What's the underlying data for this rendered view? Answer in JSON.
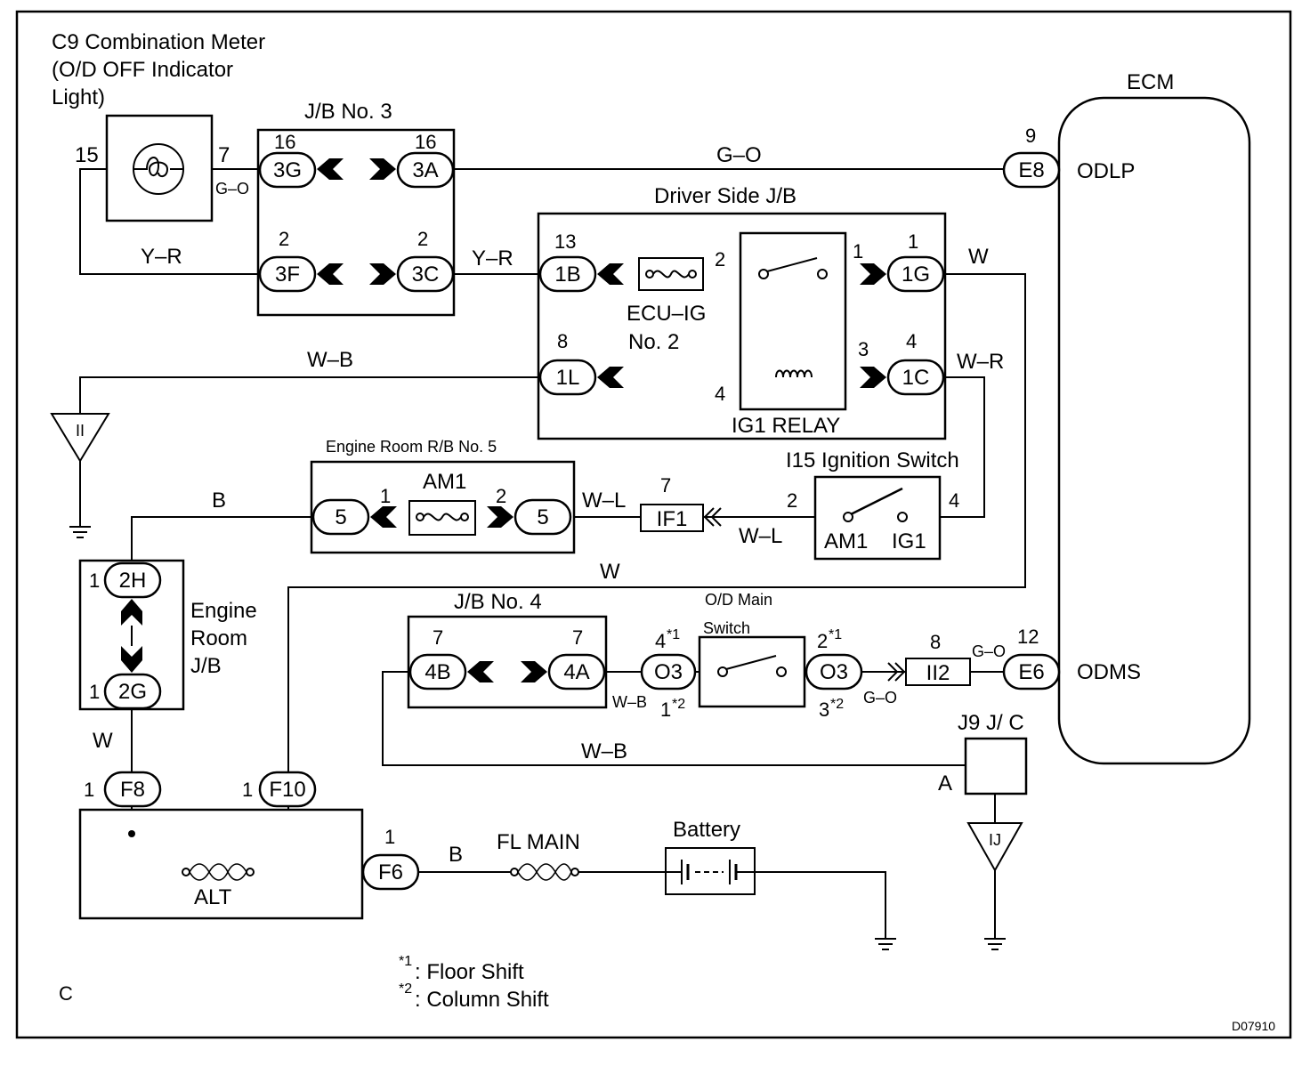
{
  "components": {
    "combination_meter": "C9 Combination Meter",
    "combination_meter_sub1": "(O/D OFF Indicator",
    "combination_meter_sub2": "Light)",
    "jb_no3": "J/B No. 3",
    "ecm": "ECM",
    "driver_side_jb": "Driver Side J/B",
    "ecu_ig_1": "ECU–IG",
    "ecu_ig_2": "No. 2",
    "ig1_relay": "IG1 RELAY",
    "engine_room_rb5": "Engine Room R/B No. 5",
    "am1_fuse": "AM1",
    "ignition_switch": "I15 Ignition Switch",
    "ign_am1": "AM1",
    "ign_ig1": "IG1",
    "engine_room_jb_1": "Engine",
    "engine_room_jb_2": "Room",
    "engine_room_jb_3": "J/B",
    "jb_no4": "J/B No. 4",
    "od_main_switch_1": "O/D Main",
    "od_main_switch_2": "Switch",
    "j9_jc": "J9 J/ C",
    "alt": "ALT",
    "fl_main": "FL MAIN",
    "battery": "Battery"
  },
  "connectors": {
    "c3G": "3G",
    "c3A": "3A",
    "c3F": "3F",
    "c3C": "3C",
    "cE8": "E8",
    "c1B": "1B",
    "c1G": "1G",
    "c1L": "1L",
    "c1C": "1C",
    "c5a": "5",
    "c5b": "5",
    "cIF1": "IF1",
    "c2H": "2H",
    "c2G": "2G",
    "c4B": "4B",
    "c4A": "4A",
    "cO3a": "O3",
    "cO3b": "O3",
    "cII2": "II2",
    "cE6": "E6",
    "cF8": "F8",
    "cF10": "F10",
    "cF6": "F6"
  },
  "ground_labels": {
    "II": "II",
    "IJ": "IJ"
  },
  "pins": {
    "p15": "15",
    "p7": "7",
    "p16a": "16",
    "p16b": "16",
    "p9": "9",
    "p2a": "2",
    "p2b": "2",
    "p13": "13",
    "p1a": "1",
    "p1b": "1",
    "p2c": "2",
    "p8a": "8",
    "p3": "3",
    "p4a": "4",
    "p4b": "4",
    "p1c": "1",
    "p2d": "2",
    "p7b": "7",
    "p2e": "2",
    "p4c": "4",
    "p1d": "1",
    "p1e": "1",
    "p7c": "7",
    "p7d": "7",
    "p4f": "4",
    "p1f": "1",
    "p2f": "2",
    "p3f": "3",
    "p8b": "8",
    "p12": "12",
    "pA": "A",
    "p1g": "1",
    "p1h": "1",
    "p1i": "1"
  },
  "superscripts": {
    "s1a": "*1",
    "s1b": "*1",
    "s2a": "*2",
    "s2b": "*2"
  },
  "signals": {
    "odlp": "ODLP",
    "odms": "ODMS"
  },
  "wires": {
    "go1": "G–O",
    "go2": "G–O",
    "yr1": "Y–R",
    "yr2": "Y–R",
    "w1": "W",
    "wr": "W–R",
    "wb1": "W–B",
    "b1": "B",
    "wl1": "W–L",
    "wl2": "W–L",
    "w2": "W",
    "w3": "W",
    "wb2": "W–B",
    "wb3": "W–B",
    "go3": "G–O",
    "go4": "G–O",
    "b2": "B"
  },
  "notes": {
    "floor_mark": "*1",
    "floor_text": ": Floor Shift",
    "column_mark": "*2",
    "column_text": ": Column Shift"
  },
  "corner_letter": "C",
  "figure_code": "D07910"
}
